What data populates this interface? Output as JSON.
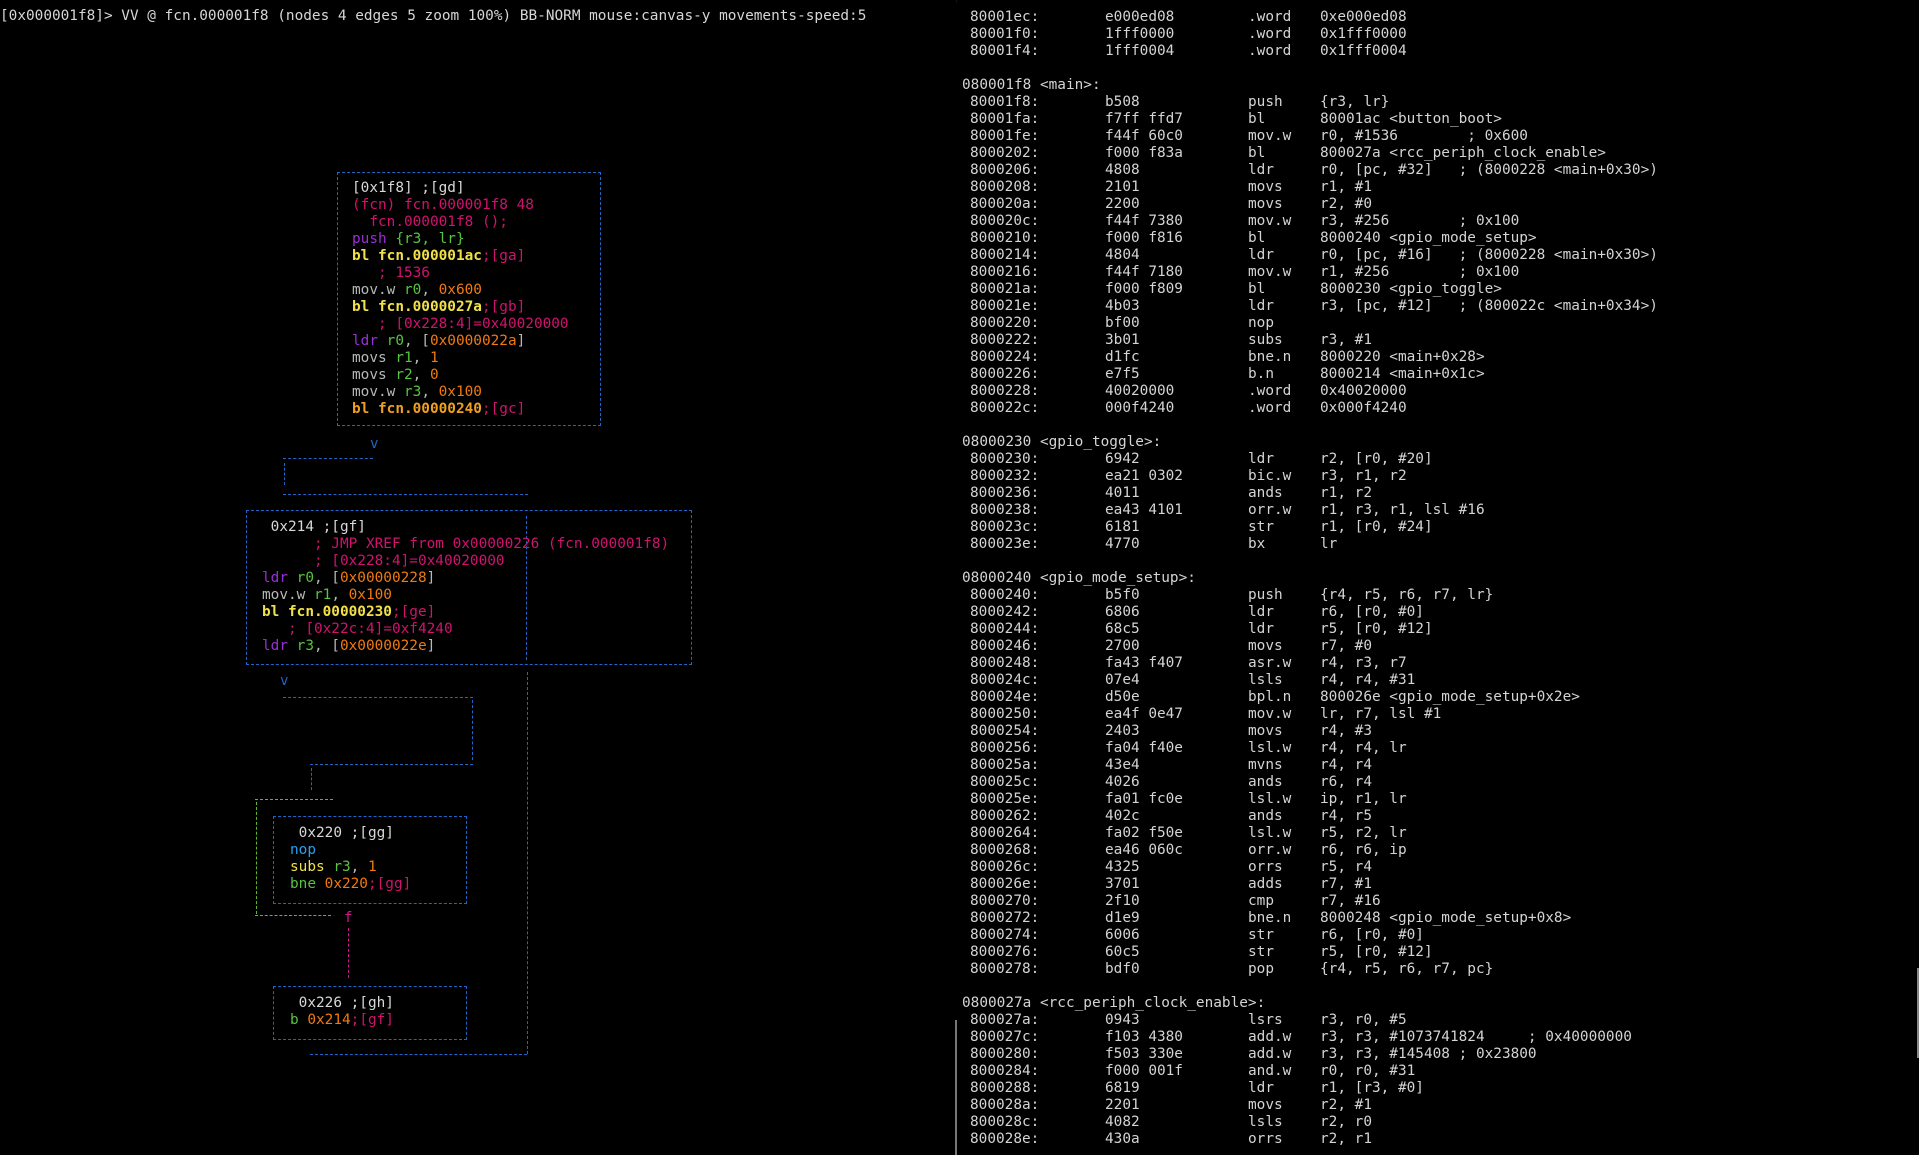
{
  "tab_strip": {
    "accent": "#8a5a00"
  },
  "status_line": "[0x000001f8]> VV @ fcn.000001f8 (nodes 4 edges 5 zoom 100%) BB-NORM mouse:canvas-y movements-speed:5",
  "graph": {
    "node_main": {
      "header": "[0x1f8] ;[gd]",
      "fcn_line": "(fcn) fcn.000001f8 48",
      "sig_line": "  fcn.000001f8 ();",
      "lines": [
        {
          "parts": [
            [
              "push ",
              "c-push"
            ],
            [
              "{r3, lr}",
              "c-reg"
            ]
          ]
        },
        {
          "parts": [
            [
              "bl fcn.000001ac",
              "c-call"
            ],
            [
              ";[ga]",
              "c-cmt"
            ]
          ]
        },
        {
          "parts": [
            [
              "   ; 1536",
              "c-cmt"
            ]
          ]
        },
        {
          "parts": [
            [
              "mov.w ",
              "c-movw"
            ],
            [
              "r0",
              "c-reg"
            ],
            [
              ", ",
              "c-movw"
            ],
            [
              "0x600",
              "c-num"
            ]
          ]
        },
        {
          "parts": [
            [
              "bl fcn.0000027a",
              "c-call"
            ],
            [
              ";[gb]",
              "c-cmt"
            ]
          ]
        },
        {
          "parts": [
            [
              "   ; [0x228:4]=0x40020000",
              "c-cmt"
            ]
          ]
        },
        {
          "parts": [
            [
              "ldr ",
              "c-ldr"
            ],
            [
              "r0",
              "c-reg"
            ],
            [
              ", [",
              "c-movw"
            ],
            [
              "0x0000022a",
              "c-num"
            ],
            [
              "]",
              "c-movw"
            ]
          ]
        },
        {
          "parts": [
            [
              "movs ",
              "c-movw"
            ],
            [
              "r1",
              "c-reg"
            ],
            [
              ", ",
              "c-movw"
            ],
            [
              "1",
              "c-num"
            ]
          ]
        },
        {
          "parts": [
            [
              "movs ",
              "c-movw"
            ],
            [
              "r2",
              "c-reg"
            ],
            [
              ", ",
              "c-movw"
            ],
            [
              "0",
              "c-num"
            ]
          ]
        },
        {
          "parts": [
            [
              "mov.w ",
              "c-movw"
            ],
            [
              "r3",
              "c-reg"
            ],
            [
              ", ",
              "c-movw"
            ],
            [
              "0x100",
              "c-num"
            ]
          ]
        },
        {
          "parts": [
            [
              "bl fcn.00000240",
              "c-callt"
            ],
            [
              ";[gc]",
              "c-cmt"
            ]
          ]
        }
      ]
    },
    "edge_glyph_v": "v",
    "node_214": {
      "header": " 0x214 ;[gf]",
      "lines": [
        {
          "parts": [
            [
              "      ; JMP XREF from 0x00000226 (fcn.000001f8)",
              "c-xref"
            ]
          ]
        },
        {
          "parts": [
            [
              "      ; [0x228:4]=0x40020000",
              "c-cmt"
            ]
          ]
        },
        {
          "parts": [
            [
              "ldr ",
              "c-ldr"
            ],
            [
              "r0",
              "c-reg"
            ],
            [
              ", [",
              "c-movw"
            ],
            [
              "0x00000228",
              "c-num"
            ],
            [
              "]",
              "c-movw"
            ]
          ]
        },
        {
          "parts": [
            [
              "mov.w ",
              "c-movw"
            ],
            [
              "r1",
              "c-reg"
            ],
            [
              ", ",
              "c-movw"
            ],
            [
              "0x100",
              "c-num"
            ]
          ]
        },
        {
          "parts": [
            [
              "bl fcn.00000230",
              "c-call"
            ],
            [
              ";[ge]",
              "c-cmt"
            ]
          ]
        },
        {
          "parts": [
            [
              "   ; [0x22c:4]=0xf4240",
              "c-cmt"
            ]
          ]
        },
        {
          "parts": [
            [
              "ldr ",
              "c-ldr"
            ],
            [
              "r3",
              "c-reg"
            ],
            [
              ", [",
              "c-movw"
            ],
            [
              "0x0000022e",
              "c-num"
            ],
            [
              "]",
              "c-movw"
            ]
          ]
        }
      ]
    },
    "node_220": {
      "header": " 0x220 ;[gg]",
      "lines": [
        {
          "parts": [
            [
              "nop",
              "c-nop"
            ]
          ]
        },
        {
          "parts": [
            [
              "subs ",
              "c-subs"
            ],
            [
              "r3",
              "c-reg"
            ],
            [
              ", ",
              "c-movw"
            ],
            [
              "1",
              "c-num"
            ]
          ]
        },
        {
          "parts": [
            [
              "bne ",
              "c-bne"
            ],
            [
              "0x220",
              "c-num"
            ],
            [
              ";[gg]",
              "c-cmt"
            ]
          ]
        }
      ]
    },
    "false_glyph": "f",
    "node_226": {
      "header": " 0x226 ;[gh]",
      "lines": [
        {
          "parts": [
            [
              "b ",
              "c-bne"
            ],
            [
              "0x214",
              "c-num"
            ],
            [
              ";[gf]",
              "c-cmt"
            ]
          ]
        }
      ]
    }
  },
  "disassembly": {
    "rows": [
      {
        "kind": "ins",
        "addr": "80001ec:",
        "bytes": "e000ed08",
        "mn": ".word",
        "op": "0xe000ed08"
      },
      {
        "kind": "ins",
        "addr": "80001f0:",
        "bytes": "1fff0000",
        "mn": ".word",
        "op": "0x1fff0000"
      },
      {
        "kind": "ins",
        "addr": "80001f4:",
        "bytes": "1fff0004",
        "mn": ".word",
        "op": "0x1fff0004"
      },
      {
        "kind": "blank"
      },
      {
        "kind": "label",
        "text": "080001f8 <main>:"
      },
      {
        "kind": "ins",
        "addr": "80001f8:",
        "bytes": "b508",
        "mn": "push",
        "op": "{r3, lr}"
      },
      {
        "kind": "ins",
        "addr": "80001fa:",
        "bytes": "f7ff ffd7",
        "mn": "bl",
        "op": "80001ac <button_boot>"
      },
      {
        "kind": "ins",
        "addr": "80001fe:",
        "bytes": "f44f 60c0",
        "mn": "mov.w",
        "op": "r0, #1536        ; 0x600"
      },
      {
        "kind": "ins",
        "addr": "8000202:",
        "bytes": "f000 f83a",
        "mn": "bl",
        "op": "800027a <rcc_periph_clock_enable>"
      },
      {
        "kind": "ins",
        "addr": "8000206:",
        "bytes": "4808",
        "mn": "ldr",
        "op": "r0, [pc, #32]   ; (8000228 <main+0x30>)"
      },
      {
        "kind": "ins",
        "addr": "8000208:",
        "bytes": "2101",
        "mn": "movs",
        "op": "r1, #1"
      },
      {
        "kind": "ins",
        "addr": "800020a:",
        "bytes": "2200",
        "mn": "movs",
        "op": "r2, #0"
      },
      {
        "kind": "ins",
        "addr": "800020c:",
        "bytes": "f44f 7380",
        "mn": "mov.w",
        "op": "r3, #256        ; 0x100"
      },
      {
        "kind": "ins",
        "addr": "8000210:",
        "bytes": "f000 f816",
        "mn": "bl",
        "op": "8000240 <gpio_mode_setup>"
      },
      {
        "kind": "ins",
        "addr": "8000214:",
        "bytes": "4804",
        "mn": "ldr",
        "op": "r0, [pc, #16]   ; (8000228 <main+0x30>)"
      },
      {
        "kind": "ins",
        "addr": "8000216:",
        "bytes": "f44f 7180",
        "mn": "mov.w",
        "op": "r1, #256        ; 0x100"
      },
      {
        "kind": "ins",
        "addr": "800021a:",
        "bytes": "f000 f809",
        "mn": "bl",
        "op": "8000230 <gpio_toggle>"
      },
      {
        "kind": "ins",
        "addr": "800021e:",
        "bytes": "4b03",
        "mn": "ldr",
        "op": "r3, [pc, #12]   ; (800022c <main+0x34>)"
      },
      {
        "kind": "ins",
        "addr": "8000220:",
        "bytes": "bf00",
        "mn": "nop",
        "op": ""
      },
      {
        "kind": "ins",
        "addr": "8000222:",
        "bytes": "3b01",
        "mn": "subs",
        "op": "r3, #1"
      },
      {
        "kind": "ins",
        "addr": "8000224:",
        "bytes": "d1fc",
        "mn": "bne.n",
        "op": "8000220 <main+0x28>"
      },
      {
        "kind": "ins",
        "addr": "8000226:",
        "bytes": "e7f5",
        "mn": "b.n",
        "op": "8000214 <main+0x1c>"
      },
      {
        "kind": "ins",
        "addr": "8000228:",
        "bytes": "40020000",
        "mn": ".word",
        "op": "0x40020000"
      },
      {
        "kind": "ins",
        "addr": "800022c:",
        "bytes": "000f4240",
        "mn": ".word",
        "op": "0x000f4240"
      },
      {
        "kind": "blank"
      },
      {
        "kind": "label",
        "text": "08000230 <gpio_toggle>:"
      },
      {
        "kind": "ins",
        "addr": "8000230:",
        "bytes": "6942",
        "mn": "ldr",
        "op": "r2, [r0, #20]"
      },
      {
        "kind": "ins",
        "addr": "8000232:",
        "bytes": "ea21 0302",
        "mn": "bic.w",
        "op": "r3, r1, r2"
      },
      {
        "kind": "ins",
        "addr": "8000236:",
        "bytes": "4011",
        "mn": "ands",
        "op": "r1, r2"
      },
      {
        "kind": "ins",
        "addr": "8000238:",
        "bytes": "ea43 4101",
        "mn": "orr.w",
        "op": "r1, r3, r1, lsl #16"
      },
      {
        "kind": "ins",
        "addr": "800023c:",
        "bytes": "6181",
        "mn": "str",
        "op": "r1, [r0, #24]"
      },
      {
        "kind": "ins",
        "addr": "800023e:",
        "bytes": "4770",
        "mn": "bx",
        "op": "lr"
      },
      {
        "kind": "blank"
      },
      {
        "kind": "label",
        "text": "08000240 <gpio_mode_setup>:"
      },
      {
        "kind": "ins",
        "addr": "8000240:",
        "bytes": "b5f0",
        "mn": "push",
        "op": "{r4, r5, r6, r7, lr}"
      },
      {
        "kind": "ins",
        "addr": "8000242:",
        "bytes": "6806",
        "mn": "ldr",
        "op": "r6, [r0, #0]"
      },
      {
        "kind": "ins",
        "addr": "8000244:",
        "bytes": "68c5",
        "mn": "ldr",
        "op": "r5, [r0, #12]"
      },
      {
        "kind": "ins",
        "addr": "8000246:",
        "bytes": "2700",
        "mn": "movs",
        "op": "r7, #0"
      },
      {
        "kind": "ins",
        "addr": "8000248:",
        "bytes": "fa43 f407",
        "mn": "asr.w",
        "op": "r4, r3, r7"
      },
      {
        "kind": "ins",
        "addr": "800024c:",
        "bytes": "07e4",
        "mn": "lsls",
        "op": "r4, r4, #31"
      },
      {
        "kind": "ins",
        "addr": "800024e:",
        "bytes": "d50e",
        "mn": "bpl.n",
        "op": "800026e <gpio_mode_setup+0x2e>"
      },
      {
        "kind": "ins",
        "addr": "8000250:",
        "bytes": "ea4f 0e47",
        "mn": "mov.w",
        "op": "lr, r7, lsl #1"
      },
      {
        "kind": "ins",
        "addr": "8000254:",
        "bytes": "2403",
        "mn": "movs",
        "op": "r4, #3"
      },
      {
        "kind": "ins",
        "addr": "8000256:",
        "bytes": "fa04 f40e",
        "mn": "lsl.w",
        "op": "r4, r4, lr"
      },
      {
        "kind": "ins",
        "addr": "800025a:",
        "bytes": "43e4",
        "mn": "mvns",
        "op": "r4, r4"
      },
      {
        "kind": "ins",
        "addr": "800025c:",
        "bytes": "4026",
        "mn": "ands",
        "op": "r6, r4"
      },
      {
        "kind": "ins",
        "addr": "800025e:",
        "bytes": "fa01 fc0e",
        "mn": "lsl.w",
        "op": "ip, r1, lr"
      },
      {
        "kind": "ins",
        "addr": "8000262:",
        "bytes": "402c",
        "mn": "ands",
        "op": "r4, r5"
      },
      {
        "kind": "ins",
        "addr": "8000264:",
        "bytes": "fa02 f50e",
        "mn": "lsl.w",
        "op": "r5, r2, lr"
      },
      {
        "kind": "ins",
        "addr": "8000268:",
        "bytes": "ea46 060c",
        "mn": "orr.w",
        "op": "r6, r6, ip"
      },
      {
        "kind": "ins",
        "addr": "800026c:",
        "bytes": "4325",
        "mn": "orrs",
        "op": "r5, r4"
      },
      {
        "kind": "ins",
        "addr": "800026e:",
        "bytes": "3701",
        "mn": "adds",
        "op": "r7, #1"
      },
      {
        "kind": "ins",
        "addr": "8000270:",
        "bytes": "2f10",
        "mn": "cmp",
        "op": "r7, #16"
      },
      {
        "kind": "ins",
        "addr": "8000272:",
        "bytes": "d1e9",
        "mn": "bne.n",
        "op": "8000248 <gpio_mode_setup+0x8>"
      },
      {
        "kind": "ins",
        "addr": "8000274:",
        "bytes": "6006",
        "mn": "str",
        "op": "r6, [r0, #0]"
      },
      {
        "kind": "ins",
        "addr": "8000276:",
        "bytes": "60c5",
        "mn": "str",
        "op": "r5, [r0, #12]"
      },
      {
        "kind": "ins",
        "addr": "8000278:",
        "bytes": "bdf0",
        "mn": "pop",
        "op": "{r4, r5, r6, r7, pc}"
      },
      {
        "kind": "blank"
      },
      {
        "kind": "label",
        "text": "0800027a <rcc_periph_clock_enable>:"
      },
      {
        "kind": "ins",
        "addr": "800027a:",
        "bytes": "0943",
        "mn": "lsrs",
        "op": "r3, r0, #5"
      },
      {
        "kind": "ins",
        "addr": "800027c:",
        "bytes": "f103 4380",
        "mn": "add.w",
        "op": "r3, r3, #1073741824     ; 0x40000000"
      },
      {
        "kind": "ins",
        "addr": "8000280:",
        "bytes": "f503 330e",
        "mn": "add.w",
        "op": "r3, r3, #145408 ; 0x23800"
      },
      {
        "kind": "ins",
        "addr": "8000284:",
        "bytes": "f000 001f",
        "mn": "and.w",
        "op": "r0, r0, #31"
      },
      {
        "kind": "ins",
        "addr": "8000288:",
        "bytes": "6819",
        "mn": "ldr",
        "op": "r1, [r3, #0]"
      },
      {
        "kind": "ins",
        "addr": "800028a:",
        "bytes": "2201",
        "mn": "movs",
        "op": "r2, #1"
      },
      {
        "kind": "ins",
        "addr": "800028c:",
        "bytes": "4082",
        "mn": "lsls",
        "op": "r2, r0"
      },
      {
        "kind": "ins",
        "addr": "800028e:",
        "bytes": "430a",
        "mn": "orrs",
        "op": "r2, r1"
      }
    ]
  }
}
